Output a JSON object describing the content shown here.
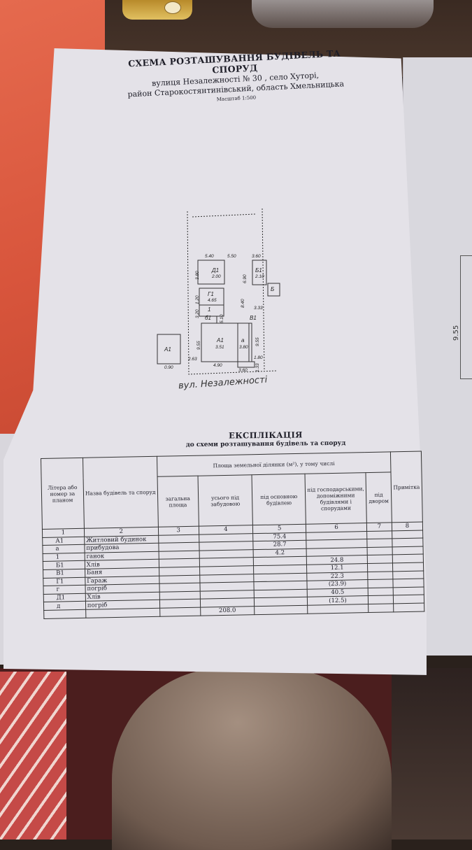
{
  "header": {
    "title": "СХЕМА РОЗТАШУВАННЯ БУДІВЕЛЬ ТА СПОРУД",
    "address_line": "вулиця  Незалежності   № 30 , село  Хуторі,",
    "district_line": "район Старокостянтинівський, область  Хмельницька",
    "scale": "Масштаб 1:500"
  },
  "site_plan": {
    "street_label": "вул. Незалежності",
    "buildings": [
      "Д1",
      "Б1",
      "Г1",
      "Б",
      "А1",
      "а",
      "В1",
      "А1",
      "б1",
      "1"
    ],
    "dimensions": [
      "5.40",
      "5.50",
      "3.60",
      "3.80",
      "2.00",
      "6.90",
      "2.10",
      "4.65",
      "1.20",
      "3.20",
      "8.40",
      "3.33",
      "5.10",
      "9.55",
      "3.51",
      "3.80",
      "9.55",
      "2.63",
      "1.80",
      "0.90",
      "4.90",
      "3.60",
      "1.33"
    ]
  },
  "explication": {
    "title": "ЕКСПЛІКАЦІЯ",
    "subtitle": "до схеми розташування будівель та споруд",
    "headers": {
      "col1": "Літера або номер за планом",
      "col2": "Назва будівель та споруд",
      "group": "Площа земельної ділянки (м²), у тому числі",
      "col3": "загальна площа",
      "col4": "усього під забудовою",
      "col5": "під основною будівлею",
      "col6": "під господарськими, допоміжними будівлями і спорудами",
      "col7": "під двором",
      "col8": "Примітка"
    },
    "column_numbers": [
      "1",
      "2",
      "3",
      "4",
      "5",
      "6",
      "7",
      "8"
    ],
    "rows": [
      {
        "letter": "А1",
        "name": "Житловий будинок",
        "c3": "",
        "c4": "",
        "c5": "75.4",
        "c6": "",
        "c7": "",
        "c8": ""
      },
      {
        "letter": "а",
        "name": "прибудова",
        "c3": "",
        "c4": "",
        "c5": "28.7",
        "c6": "",
        "c7": "",
        "c8": ""
      },
      {
        "letter": "1",
        "name": "ганок",
        "c3": "",
        "c4": "",
        "c5": "4.2",
        "c6": "",
        "c7": "",
        "c8": ""
      },
      {
        "letter": "Б1",
        "name": "Хлів",
        "c3": "",
        "c4": "",
        "c5": "",
        "c6": "24.8",
        "c7": "",
        "c8": ""
      },
      {
        "letter": "В1",
        "name": "Баня",
        "c3": "",
        "c4": "",
        "c5": "",
        "c6": "12.1",
        "c7": "",
        "c8": ""
      },
      {
        "letter": "Г1",
        "name": "Гараж",
        "c3": "",
        "c4": "",
        "c5": "",
        "c6": "22.3",
        "c7": "",
        "c8": ""
      },
      {
        "letter": "г",
        "name": "погріб",
        "c3": "",
        "c4": "",
        "c5": "",
        "c6": "(23.9)",
        "c7": "",
        "c8": ""
      },
      {
        "letter": "Д1",
        "name": "Хлів",
        "c3": "",
        "c4": "",
        "c5": "",
        "c6": "40.5",
        "c7": "",
        "c8": ""
      },
      {
        "letter": "д",
        "name": "погріб",
        "c3": "",
        "c4": "",
        "c5": "",
        "c6": "(12.5)",
        "c7": "",
        "c8": ""
      },
      {
        "letter": "",
        "name": "",
        "c3": "",
        "c4": "208.0",
        "c5": "",
        "c6": "",
        "c7": "",
        "c8": ""
      }
    ]
  },
  "adjacent_sheet": {
    "dimension": "9.55"
  }
}
